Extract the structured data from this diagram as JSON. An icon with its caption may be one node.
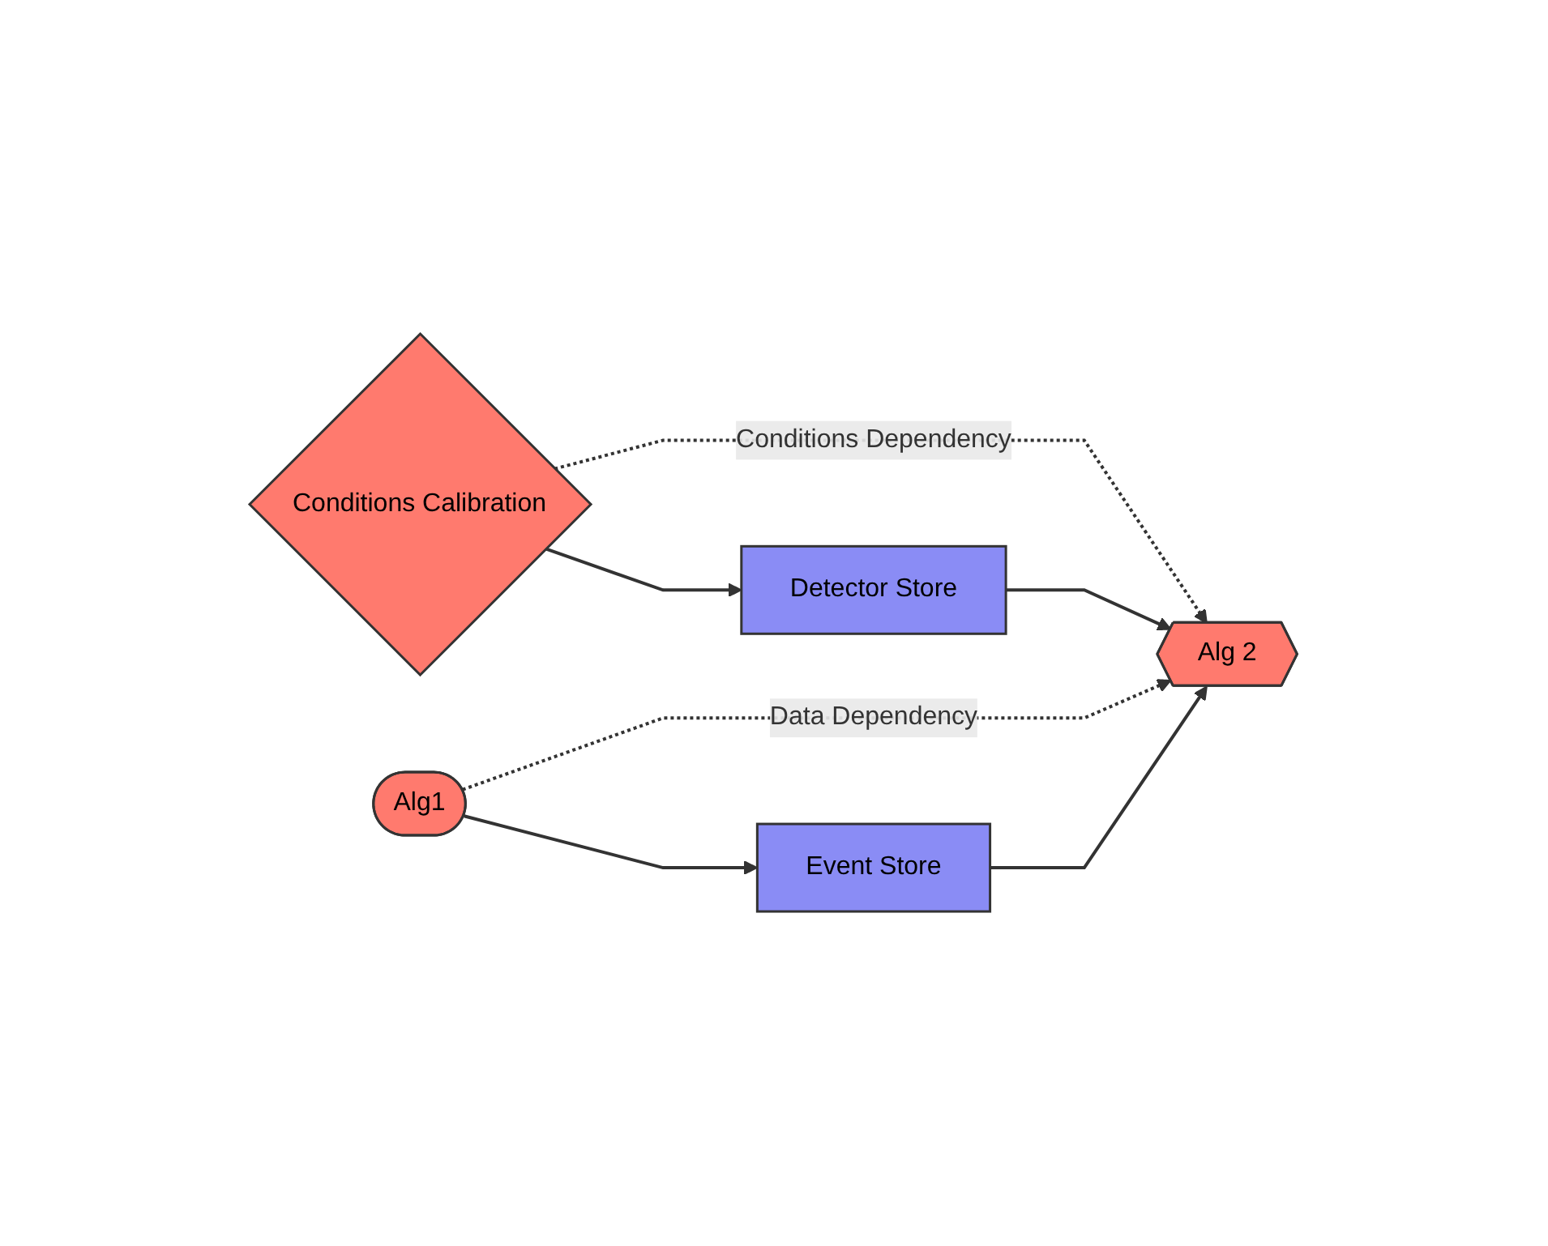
{
  "diagram": {
    "nodes": [
      {
        "text": [
          "Conditions Calibration"
        ]
      },
      {
        "text": [
          "Detector Store"
        ]
      },
      {
        "text": [
          "Alg1"
        ]
      },
      {
        "text": [
          "Alg 2"
        ]
      },
      {
        "text": [
          "Event Store"
        ]
      }
    ],
    "edges": [
      {
        "from": 0,
        "to": 1,
        "arrow": "to"
      },
      {
        "from": 0,
        "to": 3,
        "arrow": "to",
        "style": "dashed",
        "label": "Conditions Dependency"
      },
      {
        "from": 1,
        "to": 3,
        "arrow": "to"
      },
      {
        "from": 2,
        "to": 3,
        "arrow": "to",
        "style": "dashed",
        "label": "Data Dependency"
      },
      {
        "from": 2,
        "to": 4,
        "arrow": "to"
      },
      {
        "from": 4,
        "to": 3,
        "arrow": "to"
      }
    ]
  }
}
